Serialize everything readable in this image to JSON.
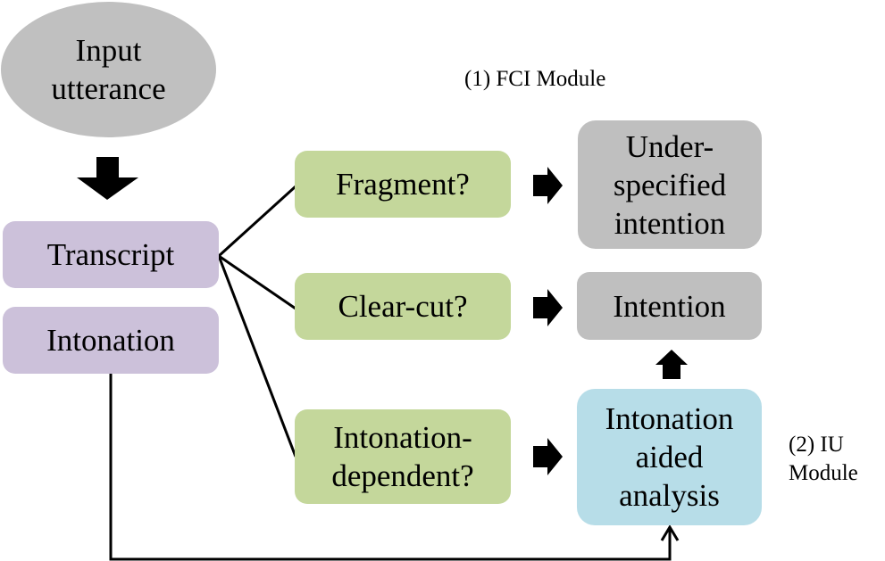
{
  "diagram": {
    "type": "flowchart",
    "colors": {
      "input_fill": "#c0c0c0",
      "source_fill": "#ccc1da",
      "decision_fill": "#c4d79b",
      "result_fill": "#bfbfbf",
      "analysis_fill": "#b7dde8",
      "line": "#000000",
      "text": "#000000"
    },
    "nodes": {
      "input": {
        "label": "Input\nutterance",
        "shape": "ellipse"
      },
      "transcript": {
        "label": "Transcript",
        "shape": "rounded-rect"
      },
      "intonation": {
        "label": "Intonation",
        "shape": "rounded-rect"
      },
      "fragment": {
        "label": "Fragment?",
        "shape": "rounded-rect"
      },
      "clear_cut": {
        "label": "Clear-cut?",
        "shape": "rounded-rect"
      },
      "intonation_dependent": {
        "label": "Intonation-\ndependent?",
        "shape": "rounded-rect"
      },
      "underspecified": {
        "label": "Under-\nspecified\nintention",
        "shape": "rounded-rect"
      },
      "intention": {
        "label": "Intention",
        "shape": "rounded-rect"
      },
      "intonation_aided": {
        "label": "Intonation\naided\nanalysis",
        "shape": "rounded-rect"
      }
    },
    "module_labels": {
      "fci": "(1) FCI Module",
      "iu": "(2) IU\nModule"
    },
    "edges": [
      {
        "from": "input",
        "to": "transcript",
        "style": "block-arrow"
      },
      {
        "from": "transcript",
        "to": "fragment",
        "style": "line"
      },
      {
        "from": "transcript",
        "to": "clear_cut",
        "style": "line"
      },
      {
        "from": "transcript",
        "to": "intonation_dependent",
        "style": "line"
      },
      {
        "from": "fragment",
        "to": "underspecified",
        "style": "block-arrow"
      },
      {
        "from": "clear_cut",
        "to": "intention",
        "style": "block-arrow"
      },
      {
        "from": "intonation_dependent",
        "to": "intonation_aided",
        "style": "block-arrow"
      },
      {
        "from": "intonation_aided",
        "to": "intention",
        "style": "block-arrow"
      },
      {
        "from": "intonation",
        "to": "intonation_aided",
        "style": "elbow-line-arrow"
      }
    ]
  }
}
